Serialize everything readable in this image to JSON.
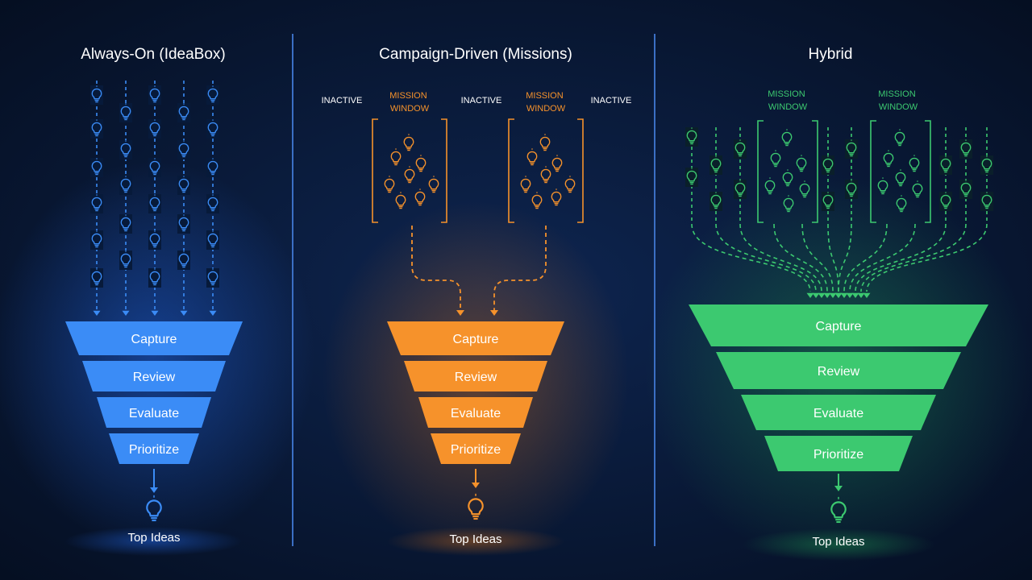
{
  "colors": {
    "background": "#071429",
    "always_on": "#3b8cf6",
    "campaign": "#f6922b",
    "hybrid": "#3cc970",
    "divider": "#3b6fc4"
  },
  "panels": [
    {
      "key": "always_on",
      "title": "Always-On (IdeaBox)",
      "stages": [
        "Capture",
        "Review",
        "Evaluate",
        "Prioritize"
      ],
      "output_label": "Top Ideas",
      "icon": "lightbulb-icon"
    },
    {
      "key": "campaign",
      "title": "Campaign-Driven (Missions)",
      "labels": [
        "INACTIVE",
        "MISSION WINDOW",
        "INACTIVE",
        "MISSION WINDOW",
        "INACTIVE"
      ],
      "stages": [
        "Capture",
        "Review",
        "Evaluate",
        "Prioritize"
      ],
      "output_label": "Top Ideas",
      "icon": "lightbulb-icon"
    },
    {
      "key": "hybrid",
      "title": "Hybrid",
      "labels": [
        "MISSION WINDOW",
        "MISSION WINDOW"
      ],
      "stages": [
        "Capture",
        "Review",
        "Evaluate",
        "Prioritize"
      ],
      "output_label": "Top Ideas",
      "icon": "lightbulb-icon"
    }
  ]
}
